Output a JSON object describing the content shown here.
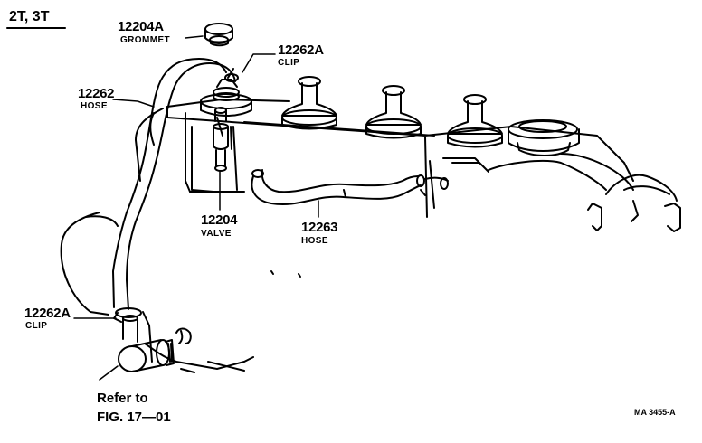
{
  "diagram": {
    "title": "2T, 3T",
    "figure_code": "MA 3455-A",
    "parts": [
      {
        "number": "12204A",
        "name": "GROMMET"
      },
      {
        "number": "12262A",
        "name": "CLIP"
      },
      {
        "number": "12262",
        "name": "HOSE"
      },
      {
        "number": "12204",
        "name": "VALVE"
      },
      {
        "number": "12263",
        "name": "HOSE"
      },
      {
        "number": "12262A",
        "name": "CLIP"
      }
    ],
    "reference": {
      "line1": "Refer to",
      "line2": "FIG. 17—01"
    }
  }
}
